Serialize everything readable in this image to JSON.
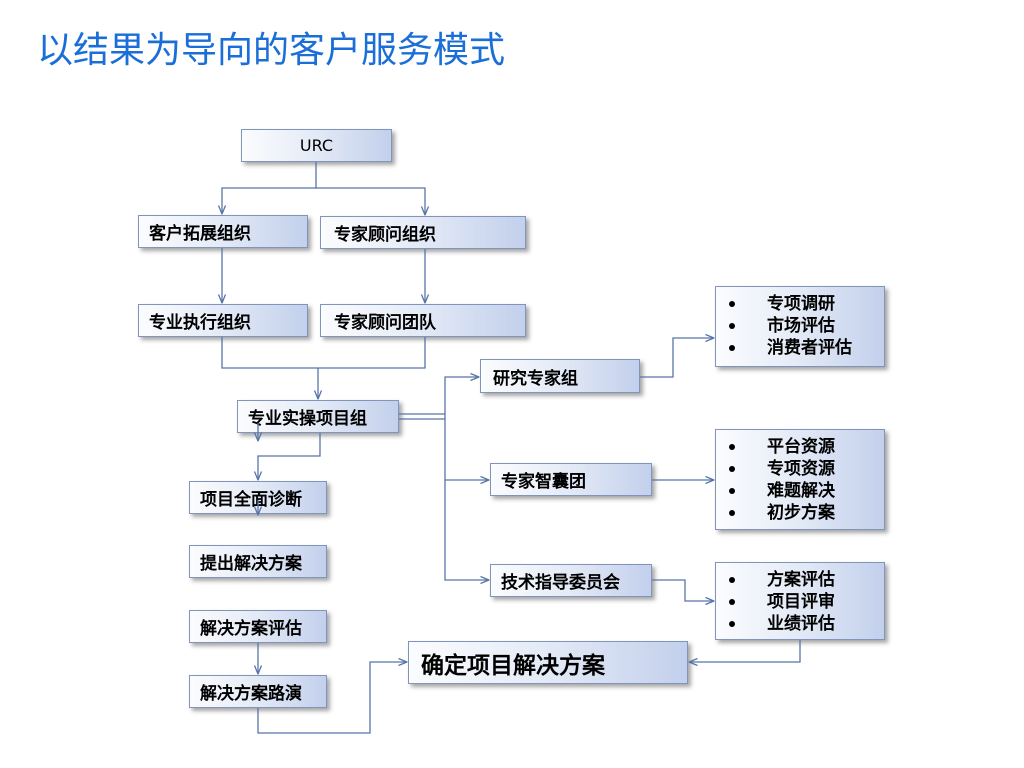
{
  "title": "以结果为导向的客户服务模式",
  "nodes": {
    "urc": "URC",
    "customer_expansion_org": "客户拓展组织",
    "expert_advisory_org": "专家顾问组织",
    "professional_execution_org": "专业执行组织",
    "expert_advisory_team": "专家顾问团队",
    "project_team": "专业实操项目组",
    "full_diagnosis": "项目全面诊断",
    "propose_solution": "提出解决方案",
    "solution_evaluation": "解决方案评估",
    "solution_roadshow": "解决方案路演",
    "final_solution": "确定项目解决方案",
    "research_expert_group": "研究专家组",
    "expert_think_tank": "专家智囊团",
    "technical_committee": "技术指导委员会"
  },
  "lists": {
    "research_expert_group": [
      "专项调研",
      "市场评估",
      "消费者评估"
    ],
    "expert_think_tank": [
      "平台资源",
      "专项资源",
      "难题解决",
      "初步方案"
    ],
    "technical_committee": [
      "方案评估",
      "项目评审",
      "业绩评估"
    ]
  },
  "colors": {
    "title": "#1a6ed8",
    "connector": "#5775a6",
    "box_border": "#8194bc"
  }
}
